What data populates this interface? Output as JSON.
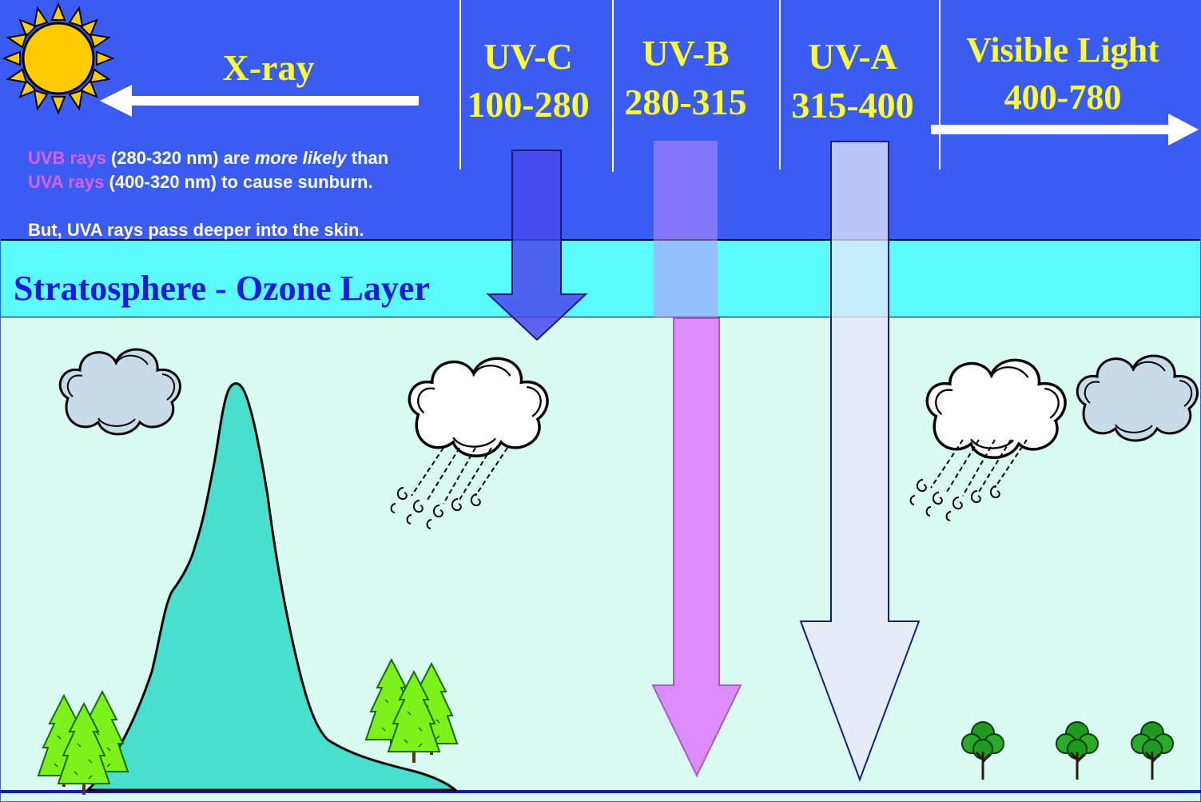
{
  "bands": [
    {
      "name": "X-ray",
      "range": ""
    },
    {
      "name": "UV-C",
      "range": "100-280"
    },
    {
      "name": "UV-B",
      "range": "280-315"
    },
    {
      "name": "UV-A",
      "range": "315-400"
    },
    {
      "name": "Visible Light",
      "range": "400-780"
    }
  ],
  "note": {
    "uvb_term": "UVB rays",
    "uvb_rest_a": " (280-320 nm) are ",
    "uvb_emph": "more likely",
    "uvb_rest_b": " than",
    "uva_term": "UVA rays",
    "uva_rest": " (400-320 nm) to cause sunburn.",
    "line3": "But, UVA rays pass deeper into the skin."
  },
  "ozone_label": "Stratosphere - Ozone Layer",
  "colors": {
    "sky": "#3a5cf2",
    "ozone": "#5cfcfc",
    "ground": "#d8fcf4",
    "band_text": "#ffff33",
    "ozone_text": "#1a1ae0",
    "uvc_arrow": "#4848ec",
    "uvb_arrow": "#dc8cfc",
    "uva_arrow": "#e8e8fc",
    "mountain": "#48e0cc",
    "tree": "#7cf21a"
  },
  "icons": [
    "sun-icon",
    "cloud-icon",
    "rain-cloud-icon",
    "tree-icon",
    "mountain-icon"
  ]
}
